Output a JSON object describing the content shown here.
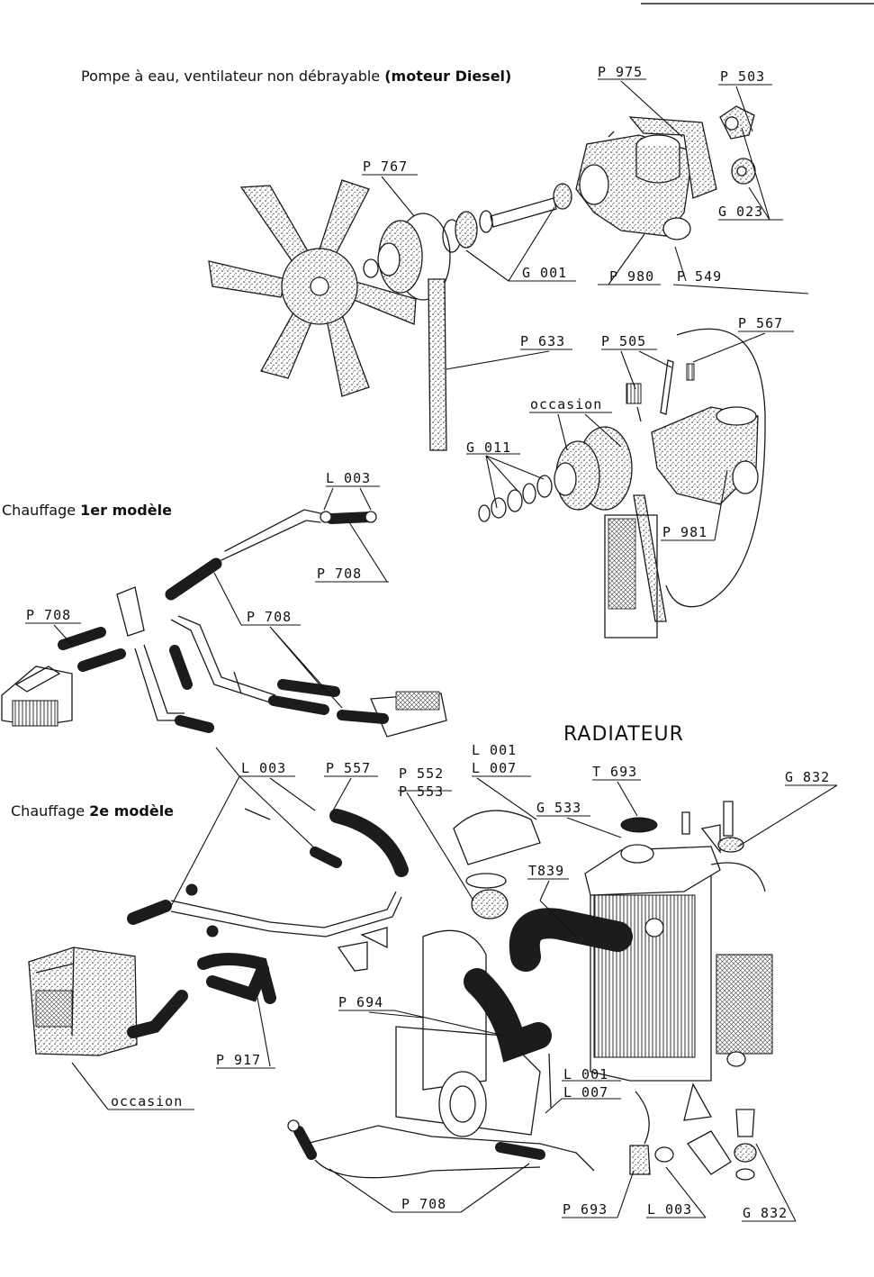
{
  "titles": {
    "pump_plain": "Pompe à eau, ventilateur non débrayable ",
    "pump_bold": "(moteur Diesel)",
    "heat1_plain": "Chauffage ",
    "heat1_bold": "1er modèle",
    "heat2_plain": "Chauffage ",
    "heat2_bold": "2e modèle",
    "radiator": "RADIATEUR"
  },
  "labels": {
    "p975": "P 975",
    "p503": "P 503",
    "p767": "P 767",
    "g023": "G 023",
    "g001": "G 001",
    "p980": "P 980",
    "p549": "P 549",
    "p633": "P 633",
    "p505": "P 505",
    "p567": "P 567",
    "occasion_pump": "occasion",
    "g011": "G 011",
    "l003_top": "L 003",
    "p981": "P 981",
    "p708_top": "P 708",
    "p708_left": "P 708",
    "p708_mid": "P 708",
    "l003_mid": "L 003",
    "p557": "P 557",
    "p552": "P 552",
    "p553": "P 553",
    "l001_top": "L 001",
    "l007_top": "L 007",
    "t693": "T 693",
    "g832_top": "G 832",
    "g533": "G 533",
    "t839": "T839",
    "p694": "P 694",
    "p917": "P 917",
    "occasion_heater": "occasion",
    "l001_bot": "L 001",
    "l007_bot": "L 007",
    "p708_bot": "P 708",
    "p693": "P 693",
    "l003_bot": "L 003",
    "g832_bot": "G 832"
  }
}
